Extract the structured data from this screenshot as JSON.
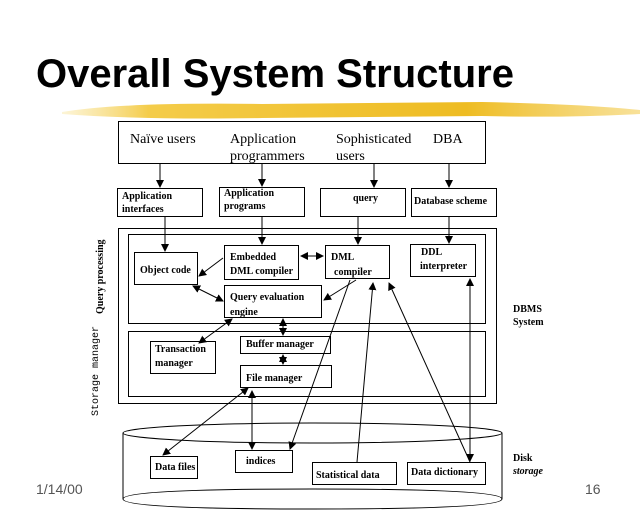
{
  "slide": {
    "title": "Overall System Structure",
    "date": "1/14/00",
    "page_number": "16",
    "accent_color": "#f2c230"
  },
  "users": {
    "naive": "Naïve users",
    "app_prog_1": "Application",
    "app_prog_2": "programmers",
    "soph_1": "Sophisticated",
    "soph_2": "users",
    "dba": "DBA"
  },
  "interfaces": {
    "app_interfaces_1": "Application",
    "app_interfaces_2": "interfaces",
    "app_programs_1": "Application",
    "app_programs_2": "programs",
    "query": "query",
    "db_scheme": "Database scheme"
  },
  "query_processing": {
    "label": "Query processing",
    "object_code": "Object code",
    "embedded_1": "Embedded",
    "embedded_2": "DML compiler",
    "dml_1": "DML",
    "dml_2": "compiler",
    "ddl_1": "DDL",
    "ddl_2": "interpreter",
    "qee_1": "Query evaluation",
    "qee_2": "engine"
  },
  "storage_manager": {
    "label": "Storage manager",
    "transaction_1": "Transaction",
    "transaction_2": "manager",
    "buffer": "Buffer manager",
    "file": "File manager"
  },
  "dbms": {
    "label_1": "DBMS",
    "label_2": "System"
  },
  "disk": {
    "label_1": "Disk",
    "label_2": "storage",
    "data_files": "Data files",
    "indices": "indices",
    "statistical": "Statistical data",
    "dictionary": "Data dictionary"
  }
}
